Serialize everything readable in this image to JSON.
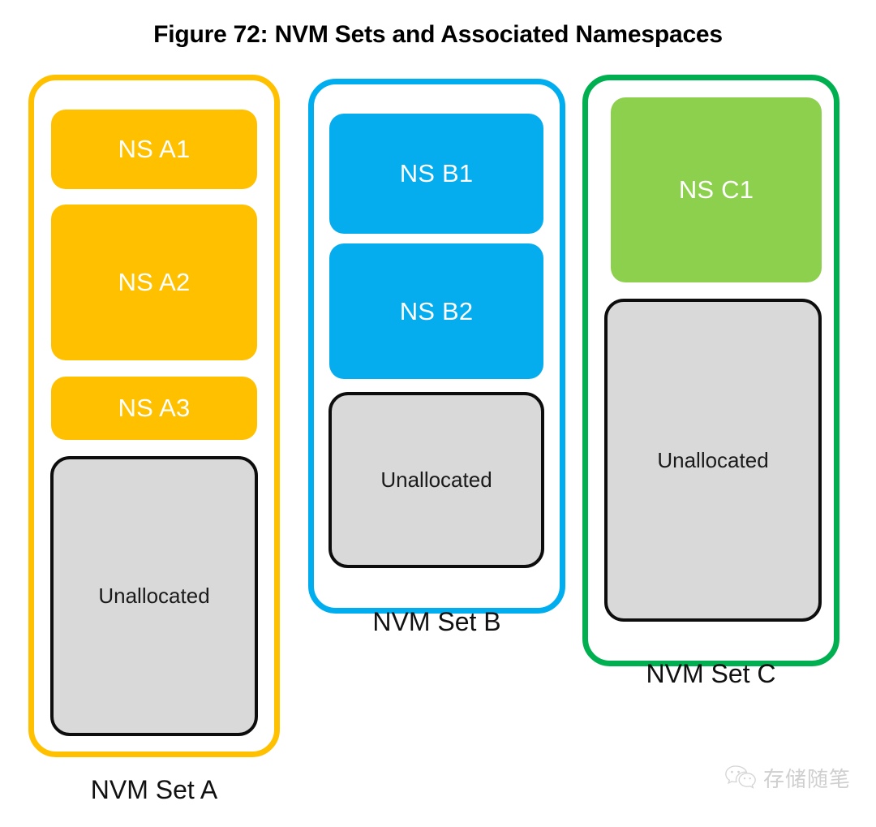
{
  "figure": {
    "title": "Figure 72: NVM Sets and Associated Namespaces"
  },
  "colors": {
    "set_a_border": "#FFC000",
    "set_a_fill": "#FFC000",
    "set_b_border": "#00AEEF",
    "set_b_fill": "#05ADEE",
    "set_c_border": "#00B050",
    "set_c_fill": "#8DD04E",
    "unallocated_fill": "#D9D9D9",
    "unallocated_border": "#0D0D0D",
    "background": "#FFFFFF",
    "title_text": "#000000"
  },
  "sets": [
    {
      "id": "a",
      "label": "NVM Set A",
      "namespaces": [
        {
          "label": "NS A1"
        },
        {
          "label": "NS A2"
        },
        {
          "label": "NS A3"
        }
      ],
      "unallocated": {
        "label": "Unallocated"
      }
    },
    {
      "id": "b",
      "label": "NVM Set B",
      "namespaces": [
        {
          "label": "NS B1"
        },
        {
          "label": "NS B2"
        }
      ],
      "unallocated": {
        "label": "Unallocated"
      }
    },
    {
      "id": "c",
      "label": "NVM Set C",
      "namespaces": [
        {
          "label": "NS C1"
        }
      ],
      "unallocated": {
        "label": "Unallocated"
      }
    }
  ],
  "watermark": {
    "text": "存储随笔",
    "icon": "wechat-icon"
  }
}
